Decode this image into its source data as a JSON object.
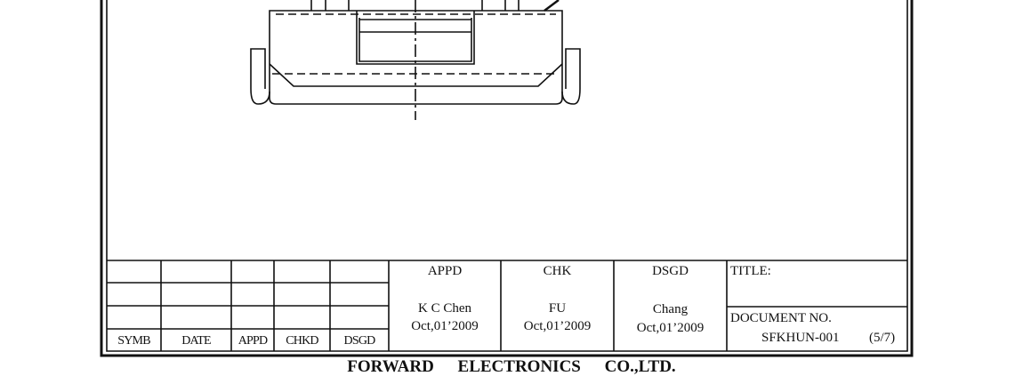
{
  "revision_table": {
    "headers": [
      "SYMB",
      "DATE",
      "APPD",
      "CHKD",
      "DSGD"
    ]
  },
  "approvals": [
    {
      "role": "APPD",
      "name": "K C Chen",
      "date": "Oct,01’2009"
    },
    {
      "role": "CHK",
      "name": "FU",
      "date": "Oct,01’2009"
    },
    {
      "role": "DSGD",
      "name": "Chang",
      "date": "Oct,01’2009"
    }
  ],
  "title_label": "TITLE:",
  "document": {
    "label": "DOCUMENT NO.",
    "number": "SFKHUN-001",
    "sheet": "(5/7)"
  },
  "company": "FORWARD ELECTRONICS CO.,LTD."
}
